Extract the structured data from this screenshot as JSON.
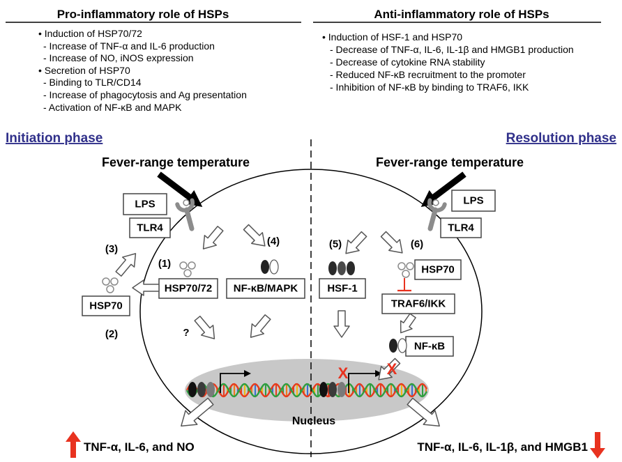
{
  "pro_panel": {
    "title": "Pro-inflammatory role of HSPs",
    "lines": [
      "• Induction of HSP70/72",
      "- Increase of TNF-α and IL-6 production",
      "- Increase of NO, iNOS expression",
      "• Secretion of HSP70",
      "- Binding to TLR/CD14",
      "- Increase of phagocytosis and Ag presentation",
      "- Activation of NF-κB and MAPK"
    ]
  },
  "anti_panel": {
    "title": "Anti-inflammatory role of HSPs",
    "lines": [
      "• Induction of HSF-1 and HSP70",
      "- Decrease of TNF-α, IL-6, IL-1β and HMGB1 production",
      "- Decrease of cytokine RNA stability",
      "- Reduced NF-κB recruitment to the promoter",
      "- Inhibition of NF-κB by binding to TRAF6, IKK"
    ]
  },
  "initiation": {
    "phase_label": "Initiation phase",
    "stimulus": "Fever-range temperature",
    "lps": "LPS",
    "tlr4": "TLR4",
    "hsp70": "HSP70",
    "hsp70_72": "HSP70/72",
    "nfkb_mapk": "NF-κB/MAPK",
    "step_1": "(1)",
    "step_2": "(2)",
    "step_3": "(3)",
    "step_4": "(4)",
    "unknown_mark": "?",
    "output": "TNF-α, IL-6, and NO"
  },
  "resolution": {
    "phase_label": "Resolution phase",
    "stimulus": "Fever-range temperature",
    "lps": "LPS",
    "tlr4": "TLR4",
    "hsf1": "HSF-1",
    "hsp70": "HSP70",
    "traf6_ikk": "TRAF6/IKK",
    "nfkb": "NF-κB",
    "step_5": "(5)",
    "step_6": "(6)",
    "block_mark_promoter": "X",
    "block_mark_nfkb": "X",
    "output": "TNF-α, IL-6, IL-1β, and HMGB1"
  },
  "nucleus_label": "Nucleus",
  "icons": {
    "increase": "red-up-arrow-icon",
    "decrease": "red-down-arrow-icon",
    "receptor": "tlr4-receptor-icon",
    "heat": "black-arrow-icon"
  },
  "colors": {
    "phase_label": "#30308a",
    "box_stroke": "#444444",
    "receptor": "#8c8c8c",
    "nucleus": "#c8c8c8",
    "inhibition": "#e8321f",
    "increase_arrow": "#e8321f",
    "decrease_arrow": "#e8321f",
    "helix": [
      "#e63b1e",
      "#f2b90f",
      "#2f9e3f",
      "#f07a1a",
      "#3a6fd0"
    ]
  }
}
